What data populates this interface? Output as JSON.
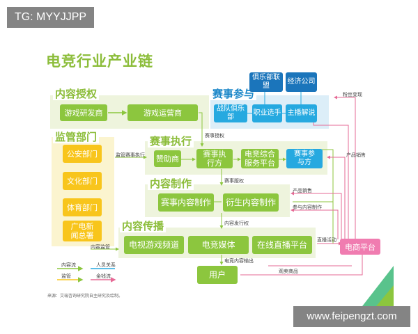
{
  "watermarks": {
    "top": "TG: MYYJJPP",
    "bottom": "www.feipengzt.com"
  },
  "title": "电竞行业产业链",
  "sections": {
    "content_licensing": {
      "title": "内容授权",
      "nodes": [
        "游戏研发商",
        "游戏运营商"
      ]
    },
    "competition": {
      "title": "赛事参与",
      "top_nodes": [
        "俱乐部联盟",
        "经济公司"
      ],
      "nodes": [
        "战队俱乐部",
        "职业选手",
        "主播解说"
      ]
    },
    "regulation": {
      "title": "监管部门",
      "nodes": [
        "公安部门",
        "文化部门",
        "体育部门",
        "广电新闻总署"
      ]
    },
    "event_execution": {
      "title": "赛事执行",
      "nodes": [
        "赞助商",
        "赛事执行方",
        "电竞综合服务平台",
        "赛事参与方"
      ]
    },
    "content_production": {
      "title": "内容制作",
      "nodes": [
        "赛事内容制作",
        "衍生内容制作"
      ]
    },
    "content_distribution": {
      "title": "内容传播",
      "nodes": [
        "电视游戏频道",
        "电竞媒体",
        "在线直播平台"
      ]
    },
    "user": "用户",
    "ecommerce": "电商平台"
  },
  "flow_labels": {
    "event_license": "赛事授权",
    "regulate_event_execution": "监管赛事执行",
    "event_rights": "赛事版权",
    "content_rights": "内容发行权",
    "content_regulation": "内容监管",
    "content_output": "电竞内容输出",
    "live_activity": "直播活动",
    "product_sales_1": "产品销售",
    "product_sales_2": "产品销售",
    "participate_production": "参与内容制作",
    "fan_monetization": "粉丝变现",
    "buy_goods": "观卖商品"
  },
  "legend": {
    "content_flow": "内容流",
    "personnel": "人员关系",
    "regulation": "监管",
    "money_flow": "金钱流"
  },
  "source": "来源：艾瑞咨询研究院自主研究及绘制。",
  "colors": {
    "green": "#8cc63e",
    "blue": "#26a9e0",
    "yellow": "#f8c51c",
    "pink": "#f07cb0"
  }
}
